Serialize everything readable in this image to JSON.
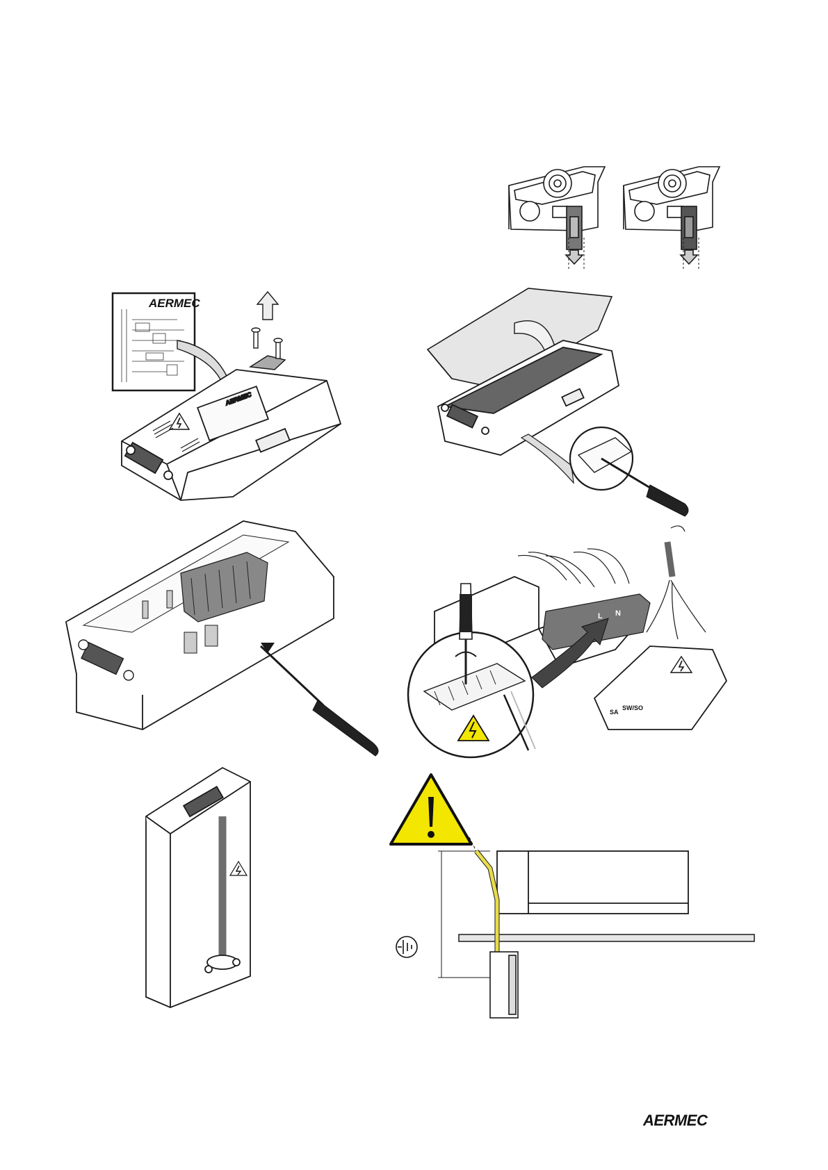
{
  "page": {
    "brand": "AERMEC",
    "colors": {
      "line": "#1a1a1a",
      "panel_grey": "#6e6e6e",
      "light_grey": "#e6e6e6",
      "warning_yellow": "#f3e600",
      "earth_cable": "#e8dc4a",
      "handle": "#222222"
    }
  },
  "figures": {
    "unit_top_views": {
      "icon": "duct-unit-with-control-box-icon",
      "count": 2
    },
    "box_cover_removal": {
      "manual_logo": "AERMEC",
      "cover_logo": "AERMEC",
      "icons": [
        "wiring-diagram-sheet-icon",
        "screw-icon",
        "arrow-up-icon",
        "electric-hazard-icon"
      ]
    },
    "cover_lift": {
      "icons": [
        "curved-arrow-icon",
        "screwdriver-icon",
        "magnifier-detail-icon"
      ]
    },
    "open_box": {
      "icons": [
        "terminal-block-icon",
        "screwdriver-icon"
      ]
    },
    "terminal_wiring": {
      "terminal_labels": [
        "L",
        "N"
      ],
      "side_labels": [
        "SA",
        "SW/SO"
      ],
      "icons": [
        "screwdriver-icon",
        "rotation-arrow-icon",
        "electric-hazard-icon",
        "cable-icon"
      ]
    },
    "box_cable_clamp": {
      "icons": [
        "cable-clamp-icon",
        "electric-hazard-icon"
      ]
    },
    "earthing_warning": {
      "icons": [
        "warning-exclamation-icon",
        "earth-ground-icon",
        "earth-cable-icon"
      ]
    }
  }
}
